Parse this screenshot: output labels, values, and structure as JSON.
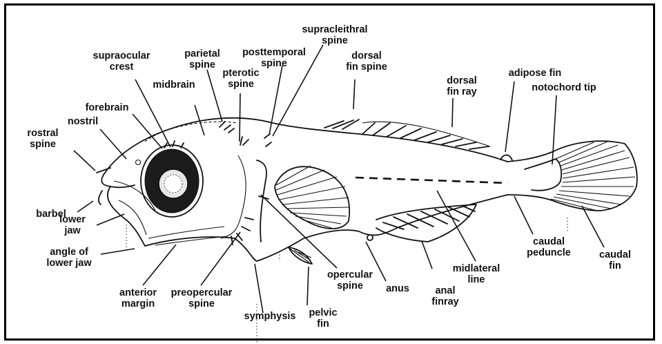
{
  "labels": {
    "supracleithral_spine": [
      "supracleithral",
      "spine"
    ],
    "posttemporal_spine": [
      "posttemporal",
      "spine"
    ],
    "dorsal_fin_spine": [
      "dorsal",
      "fin spine"
    ],
    "supraocular_crest": [
      "supraocular",
      "crest"
    ],
    "parietal_spine": [
      "parietal",
      "spine"
    ],
    "pterotic_spine": [
      "pterotic",
      "spine"
    ],
    "midbrain": [
      "midbrain"
    ],
    "forebrain": [
      "forebrain"
    ],
    "nostril": [
      "nostril"
    ],
    "rostral_spine": [
      "rostral",
      "spine"
    ],
    "dorsal_fin_ray": [
      "dorsal",
      "fin ray"
    ],
    "adipose_fin": [
      "adipose fin"
    ],
    "notochord_tip": [
      "notochord tip"
    ],
    "barbel": [
      "barbel"
    ],
    "lower_jaw": [
      "lower",
      "jaw"
    ],
    "angle_of_lower_jaw": [
      "angle of",
      "lower jaw"
    ],
    "anterior_margin": [
      "anterior",
      "margin"
    ],
    "preopercular_spine": [
      "preopercular",
      "spine"
    ],
    "symphysis": [
      "symphysis"
    ],
    "pelvic_fin": [
      "pelvic",
      "fin"
    ],
    "opercular_spine": [
      "opercular",
      "spine"
    ],
    "anus": [
      "anus"
    ],
    "anal_finray": [
      "anal",
      "finray"
    ],
    "midlateral_line": [
      "midlateral",
      "line"
    ],
    "caudal_peduncle": [
      "caudal",
      "peduncle"
    ],
    "caudal_fin": [
      "caudal",
      "fin"
    ]
  },
  "colors": {
    "ink": "#111111",
    "paper": "#ffffff",
    "frame": "#000000"
  }
}
